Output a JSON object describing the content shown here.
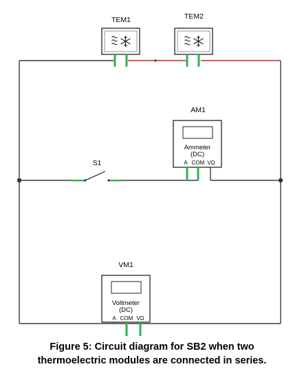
{
  "components": {
    "tem1": {
      "label": "TEM1",
      "icon": "thermoelectric-module-icon"
    },
    "tem2": {
      "label": "TEM2",
      "icon": "thermoelectric-module-icon"
    },
    "am1": {
      "label": "AM1",
      "title": "Ammeter",
      "mode": "(DC)",
      "terminals": [
        "A",
        "COM",
        "VΩ"
      ]
    },
    "s1": {
      "label": "S1"
    },
    "vm1": {
      "label": "VM1",
      "title": "Voltmeter",
      "mode": "(DC)",
      "terminals": [
        "A",
        "COM",
        "VΩ"
      ]
    }
  },
  "caption": {
    "line1": "Figure 5: Circuit diagram for SB2 when two",
    "line2": "thermoelectric modules are connected in series."
  },
  "colors": {
    "wire": "#3a3a3a",
    "live_wire": "#d21f1f",
    "terminal": "#2db34a",
    "background": "#ffffff"
  }
}
